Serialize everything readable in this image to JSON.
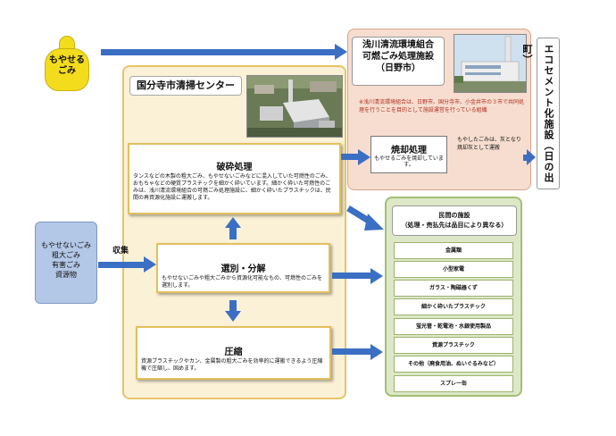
{
  "bag": {
    "label_line1": "もやせる",
    "label_line2": "ごみ"
  },
  "center": {
    "title": "国分寺市清掃センター",
    "crush": {
      "title": "破砕処理",
      "body": "タンスなどの木製の粗大ごみ、もやせないごみなどに混入していた可燃性のごみ、おもちゃなどの硬質プラスチックを細かく砕いています。細かく砕いた可燃性のごみは、浅川清流環境組合の可燃ごみ処理施設に、細かく砕いたプラスチックは、民間の再資源化施設に運搬します。"
    },
    "sort": {
      "title": "選別・分解",
      "body": "もやせないごみや粗大ごみから資源化可能なもの、可燃性のごみを選別します。"
    },
    "compress": {
      "title": "圧縮",
      "body": "資源プラスチックやカン、金属製の粗大ごみを効率的に運搬できるよう圧縮機で圧縮し、固めます。"
    }
  },
  "asakawa": {
    "title_line1": "浅川清流環境組合",
    "title_line2": "可燃ごみ処理施設",
    "title_line3": "（日野市）",
    "note": "※浅川清流環境組合は、日野市、国分寺市、小金井市の３市で共同処理を行うことを目的として施設運営を行っている組織",
    "burn_title": "焼却処理",
    "burn_body": "もやせるごみを焼却しています。",
    "ash_text": "もやしたごみは、灰となり焼却灰として運搬"
  },
  "eco": {
    "label": "エコセメント化施設（日の出町）"
  },
  "left": {
    "line1": "もやせないごみ",
    "line2": "粗大ごみ",
    "line3": "有害ごみ",
    "line4": "資源物",
    "collect_label": "収集"
  },
  "private": {
    "title_line1": "民間の施設",
    "title_line2": "（処理・売払先は品目により異なる）",
    "items": [
      "金属類",
      "小型家電",
      "ガラス・陶磁器くず",
      "細かく砕いたプラスチック",
      "蛍光管・乾電池・水銀使用製品",
      "資源プラスチック",
      "その他（廃食用油、ぬいぐるみなど）",
      "スプレー缶"
    ]
  }
}
